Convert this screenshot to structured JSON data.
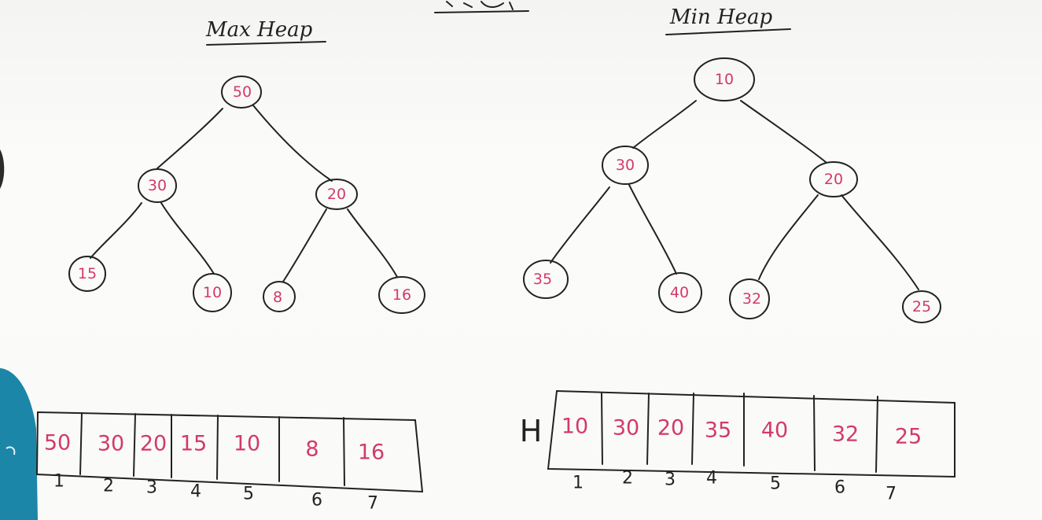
{
  "max_heap": {
    "title": "Max Heap",
    "nodes": [
      "50",
      "30",
      "20",
      "15",
      "10",
      "8",
      "16"
    ],
    "array": [
      "50",
      "30",
      "20",
      "15",
      "10",
      "8",
      "16"
    ],
    "indices": [
      "1",
      "2",
      "3",
      "4",
      "5",
      "6",
      "7"
    ]
  },
  "min_heap": {
    "title": "Min Heap",
    "array_label": "H",
    "nodes": [
      "10",
      "30",
      "20",
      "35",
      "40",
      "32",
      "25"
    ],
    "array": [
      "10",
      "30",
      "20",
      "35",
      "40",
      "32",
      "25"
    ],
    "indices": [
      "1",
      "2",
      "3",
      "4",
      "5",
      "6",
      "7"
    ]
  },
  "colors": {
    "ink": "#222222",
    "marker_red": "#d23a6a",
    "board": "#fafaf8",
    "shirt": "#1b86a8"
  }
}
